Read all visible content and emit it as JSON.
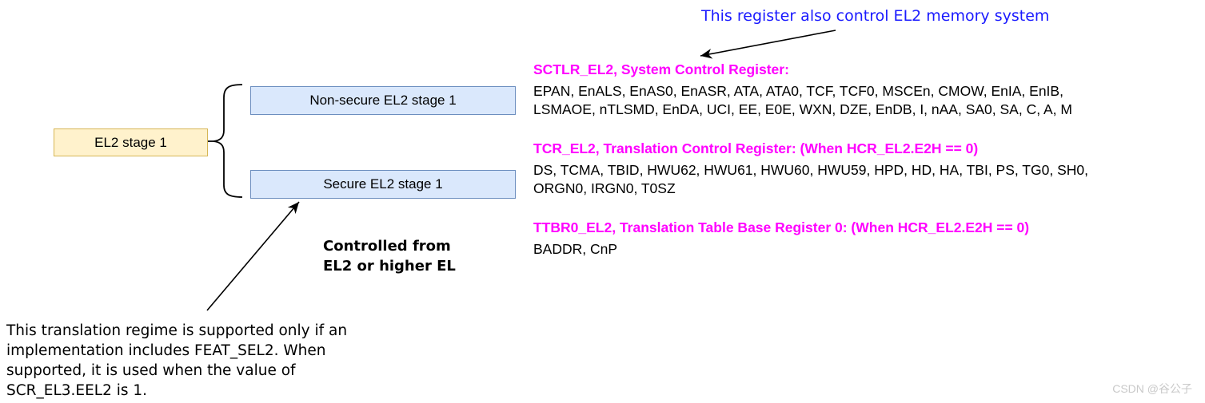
{
  "note_top": {
    "text": "This register also control EL2 memory system",
    "color": "#1a1aff"
  },
  "tree": {
    "root": {
      "label": "EL2 stage 1",
      "fill": "#FFF2CC",
      "border": "#D6B656"
    },
    "children": [
      {
        "label": "Non-secure EL2 stage 1"
      },
      {
        "label": "Secure EL2 stage 1"
      }
    ],
    "child_fill": "#DAE8FC",
    "child_border": "#6C8EBF"
  },
  "registers": [
    {
      "heading": "SCTLR_EL2, System Control Register:",
      "fields": "EPAN, EnALS, EnAS0, EnASR, ATA, ATA0, TCF, TCF0, MSCEn, CMOW, EnIA, EnIB,\nLSMAOE, nTLSMD, EnDA, UCI, EE, E0E, WXN, DZE, EnDB, I, nAA, SA0, SA, C, A, M"
    },
    {
      "heading": "TCR_EL2, Translation Control Register: (When HCR_EL2.E2H == 0)",
      "fields": "DS, TCMA, TBID, HWU62, HWU61, HWU60, HWU59, HPD, HD, HA, TBI, PS, TG0, SH0,\nORGN0, IRGN0, T0SZ"
    },
    {
      "heading": "TTBR0_EL2, Translation Table Base Register 0: (When HCR_EL2.E2H == 0)",
      "fields": "BADDR, CnP"
    }
  ],
  "note_controlled": "Controlled from\nEL2 or higher EL",
  "note_bottom": "This translation regime is supported only if an\nimplementation includes FEAT_SEL2. When\nsupported, it is used when the value of\nSCR_EL3.EEL2 is 1.",
  "watermark": "CSDN @谷公子",
  "colors": {
    "heading_magenta": "#FF00FF",
    "note_blue": "#1a1aff",
    "root_fill": "#FFF2CC",
    "root_border": "#D6B656",
    "child_fill": "#DAE8FC",
    "child_border": "#6C8EBF",
    "line_black": "#000000",
    "watermark_gray": "#c9c9c9"
  }
}
